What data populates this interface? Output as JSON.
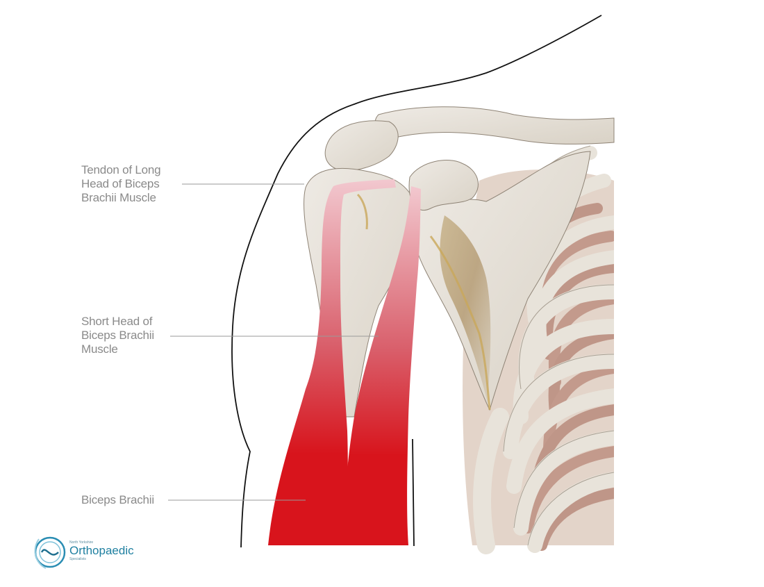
{
  "labels": {
    "tendon_long_head": [
      "Tendon of Long",
      "Head of Biceps",
      "Brachii Muscle"
    ],
    "short_head": [
      "Short Head of",
      "Biceps Brachii",
      "Muscle"
    ],
    "biceps_brachii": [
      "Biceps Brachii"
    ]
  },
  "logo": {
    "line1": "North Yorkshire",
    "name": "Orthopaedic",
    "line3": "Specialists"
  },
  "colors": {
    "muscle": "#d8141c",
    "bone": "#e6e1d8",
    "bone_shadow": "#b9ab8f",
    "rib": "#cfa89a",
    "outline": "#111111",
    "leader": "#9a9a9a",
    "label_text": "#8a8a8a",
    "logo": "#1e7fa0"
  }
}
